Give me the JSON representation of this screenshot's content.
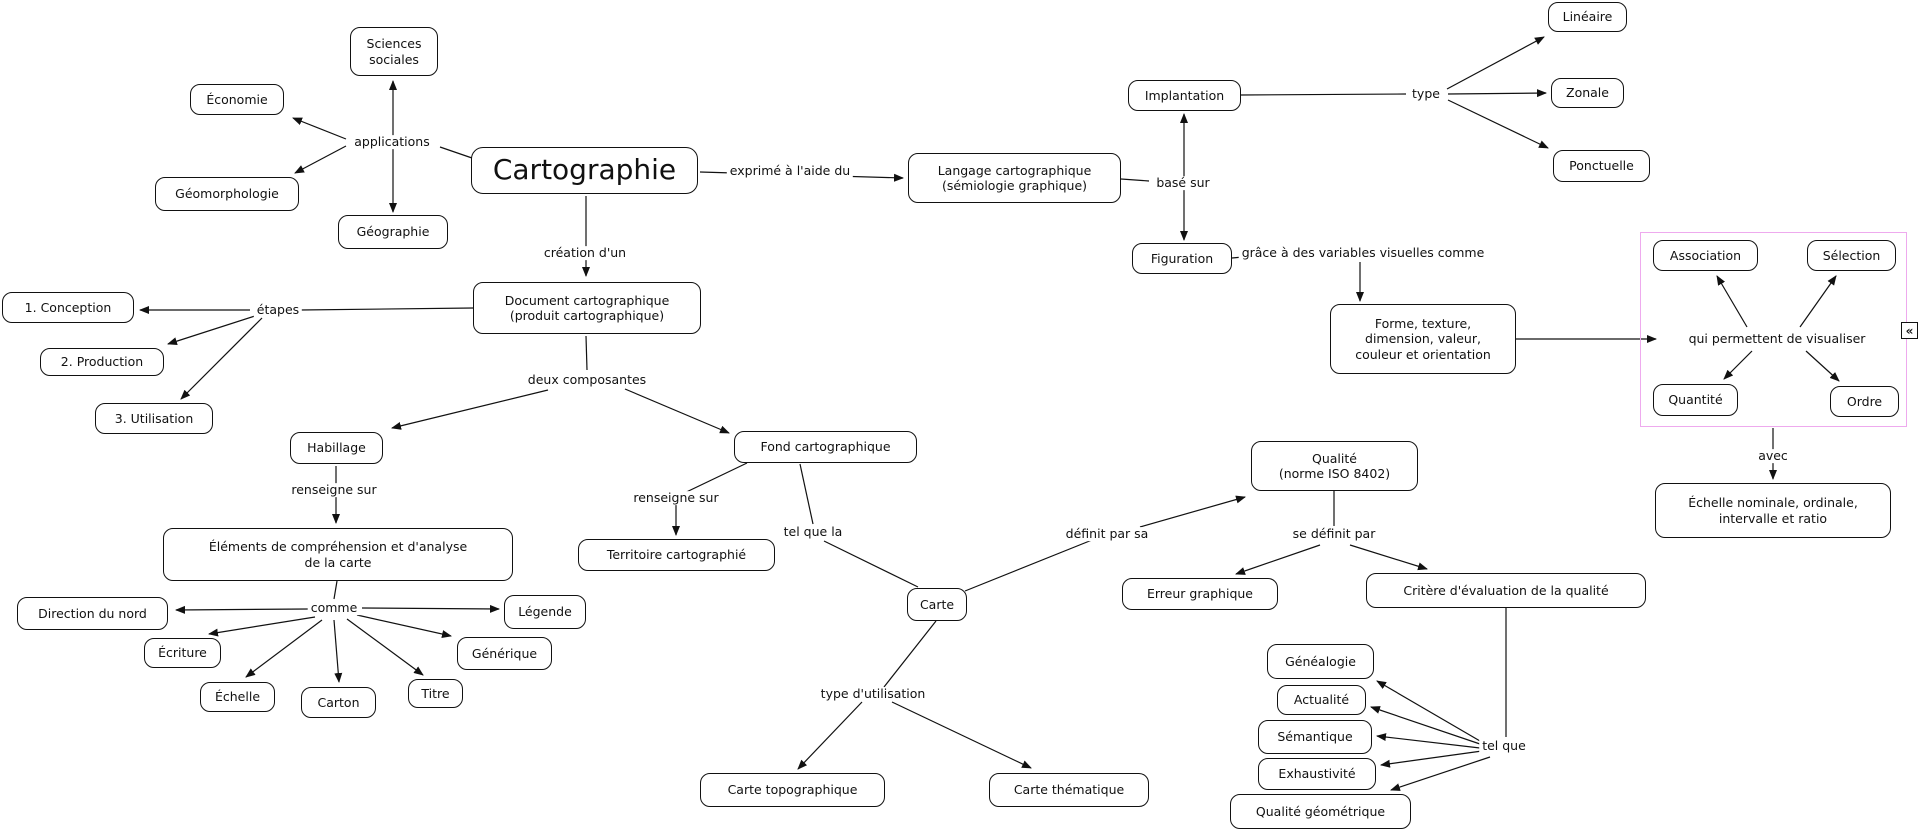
{
  "diagram": {
    "nodes": {
      "sciences_sociales": "Sciences\nsociales",
      "economie": "Économie",
      "geomorphologie": "Géomorphologie",
      "geographie": "Géographie",
      "cartographie": "Cartographie",
      "langage": "Langage cartographique\n(sémiologie graphique)",
      "implantation": "Implantation",
      "lineaire": "Linéaire",
      "zonale": "Zonale",
      "ponctuelle": "Ponctuelle",
      "figuration": "Figuration",
      "forme": "Forme, texture,\ndimension, valeur,\ncouleur et orientation",
      "document": "Document cartographique\n(produit cartographique)",
      "conception": "1. Conception",
      "production": "2. Production",
      "utilisation": "3. Utilisation",
      "habillage": "Habillage",
      "elements": "Éléments de compréhension et d'analyse\nde la carte",
      "direction_nord": "Direction du nord",
      "ecriture": "Écriture",
      "echelle": "Échelle",
      "carton": "Carton",
      "titre": "Titre",
      "generique": "Générique",
      "legende": "Légende",
      "fond": "Fond cartographique",
      "territoire": "Territoire cartographié",
      "carte": "Carte",
      "carte_topographique": "Carte topographique",
      "carte_thematique": "Carte thématique",
      "qualite": "Qualité\n(norme ISO 8402)",
      "erreur_graphique": "Erreur graphique",
      "critere": "Critère d'évaluation de la qualité",
      "genealogie": "Généalogie",
      "actualite": "Actualité",
      "semantique": "Sémantique",
      "exhaustivite": "Exhaustivité",
      "qualite_geometrique": "Qualité géométrique",
      "association": "Association",
      "selection": "Sélection",
      "quantite": "Quantité",
      "ordre": "Ordre",
      "echelle_nominale": "Échelle nominale, ordinale,\nintervalle et ratio"
    },
    "link_labels": {
      "applications": "applications",
      "exprime": "exprimé à l'aide du",
      "creation": "création d'un",
      "etapes": "étapes",
      "deux_composantes": "deux composantes",
      "renseigne_sur_1": "renseigne sur",
      "renseigne_sur_2": "renseigne sur",
      "comme": "comme",
      "tel_que_la": "tel que la",
      "type_utilisation": "type d'utilisation",
      "type": "type",
      "base_sur": "basé sur",
      "grace": "grâce à des variables visuelles comme",
      "qui_permettent": "qui permettent de visualiser",
      "avec": "avec",
      "definit_par_sa": "définit par sa",
      "se_definit_par": "se définit par",
      "tel_que": "tel que"
    },
    "group": {
      "border_color": "#eeaaee"
    },
    "icons": {
      "collapse": "«"
    }
  }
}
